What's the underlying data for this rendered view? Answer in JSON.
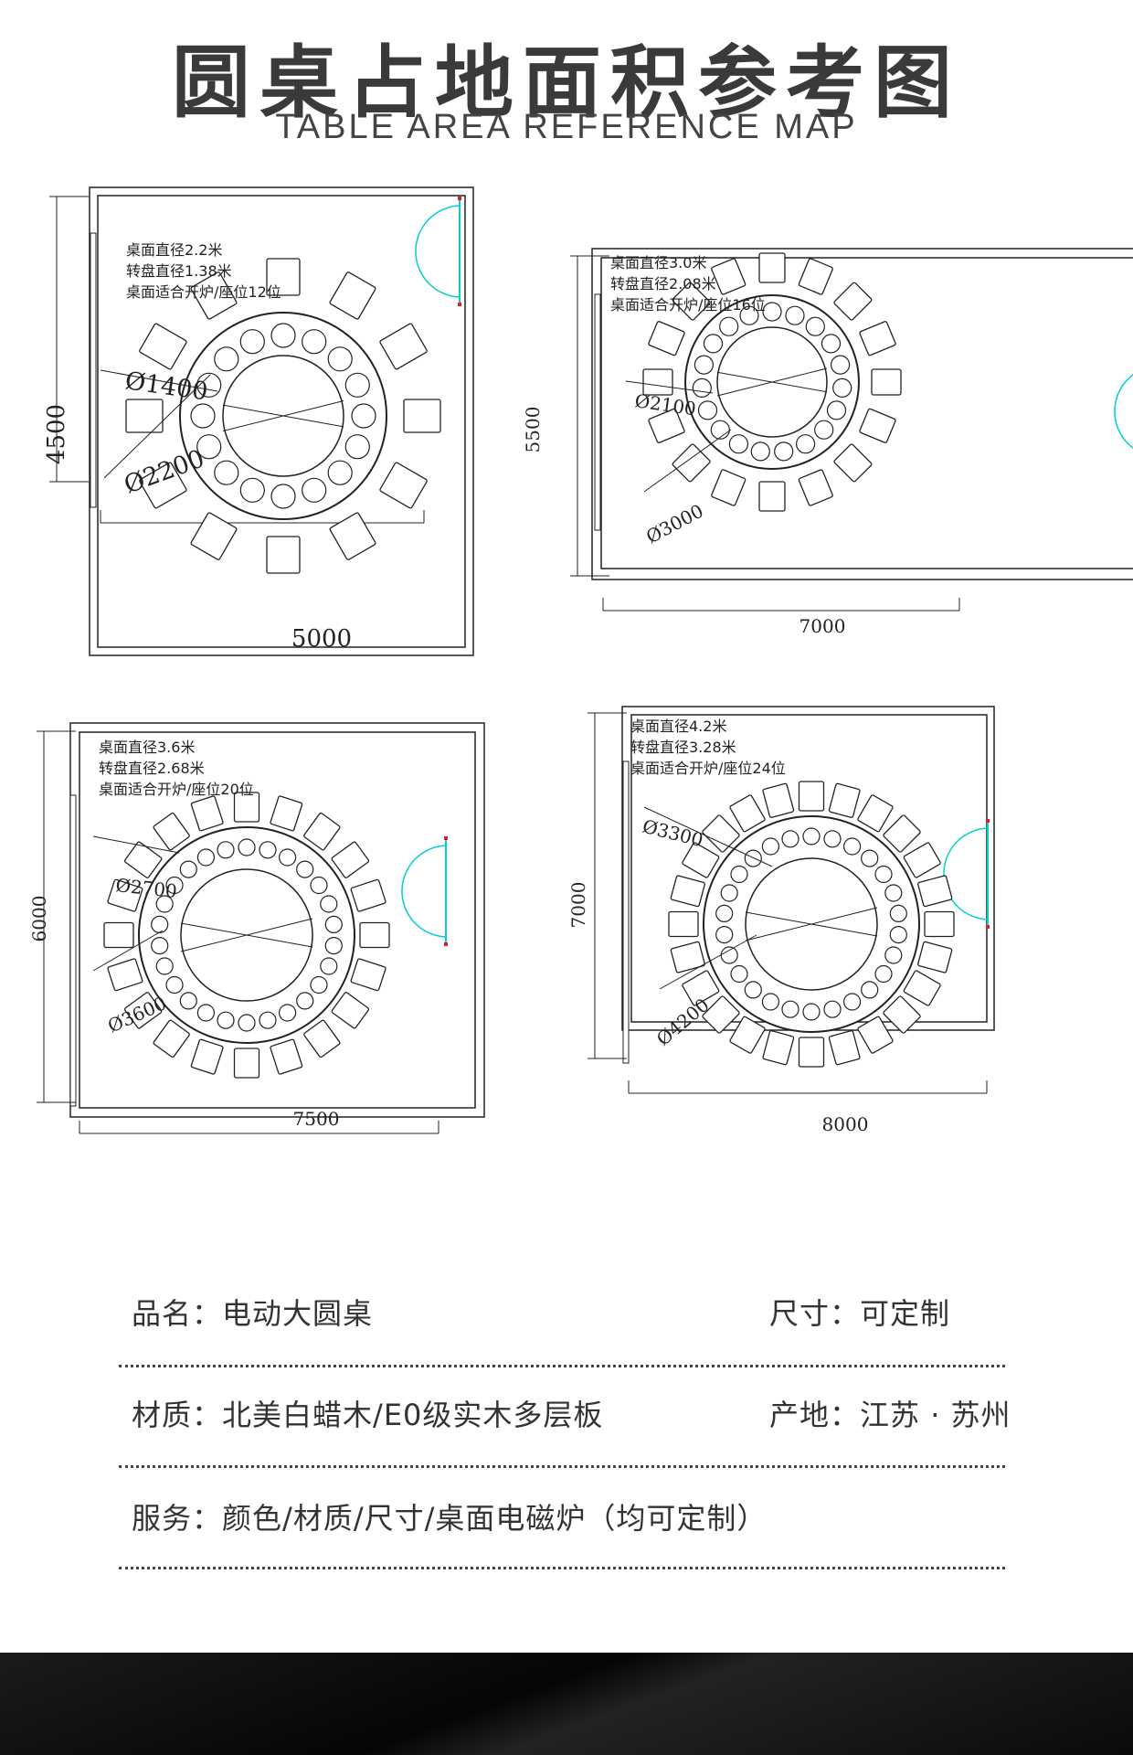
{
  "header": {
    "title_cn": "圆桌占地面积参考图",
    "title_en": "TABLE AREA REFERENCE MAP"
  },
  "plans": [
    {
      "table_diameter_label": "桌面直径2.2米",
      "turntable_diameter_label": "转盘直径1.38米",
      "seating_label": "桌面适合开炉/座位12位",
      "room_width": "5000",
      "room_depth": "4500",
      "dim_inner": "Ø1400",
      "dim_outer": "Ø2200",
      "seats": 12
    },
    {
      "table_diameter_label": "桌面直径3.0米",
      "turntable_diameter_label": "转盘直径2.08米",
      "seating_label": "桌面适合开炉/座位16位",
      "room_width": "7000",
      "room_depth": "5500",
      "dim_inner": "Ø2100",
      "dim_outer": "Ø3000",
      "seats": 16
    },
    {
      "table_diameter_label": "桌面直径3.6米",
      "turntable_diameter_label": "转盘直径2.68米",
      "seating_label": "桌面适合开炉/座位20位",
      "room_width": "7500",
      "room_depth": "6000",
      "dim_inner": "Ø2700",
      "dim_outer": "Ø3600",
      "seats": 20
    },
    {
      "table_diameter_label": "桌面直径4.2米",
      "turntable_diameter_label": "转盘直径3.28米",
      "seating_label": "桌面适合开炉/座位24位",
      "room_width": "8000",
      "room_depth": "7000",
      "dim_inner": "Ø3300",
      "dim_outer": "Ø4200",
      "seats": 24
    }
  ],
  "specs": {
    "name_key": "品名",
    "name_val": "电动大圆桌",
    "size_key": "尺寸",
    "size_val": "可定制",
    "material_key": "材质",
    "material_val": "北美白蜡木/E0级实木多层板",
    "origin_key": "产地",
    "origin_val": "江苏 · 苏州",
    "service_key": "服务",
    "service_val": "颜色/材质/尺寸/桌面电磁炉（均可定制）"
  },
  "colors": {
    "door": "#00d0d0",
    "door_tick": "#e02020",
    "line": "#222222"
  }
}
